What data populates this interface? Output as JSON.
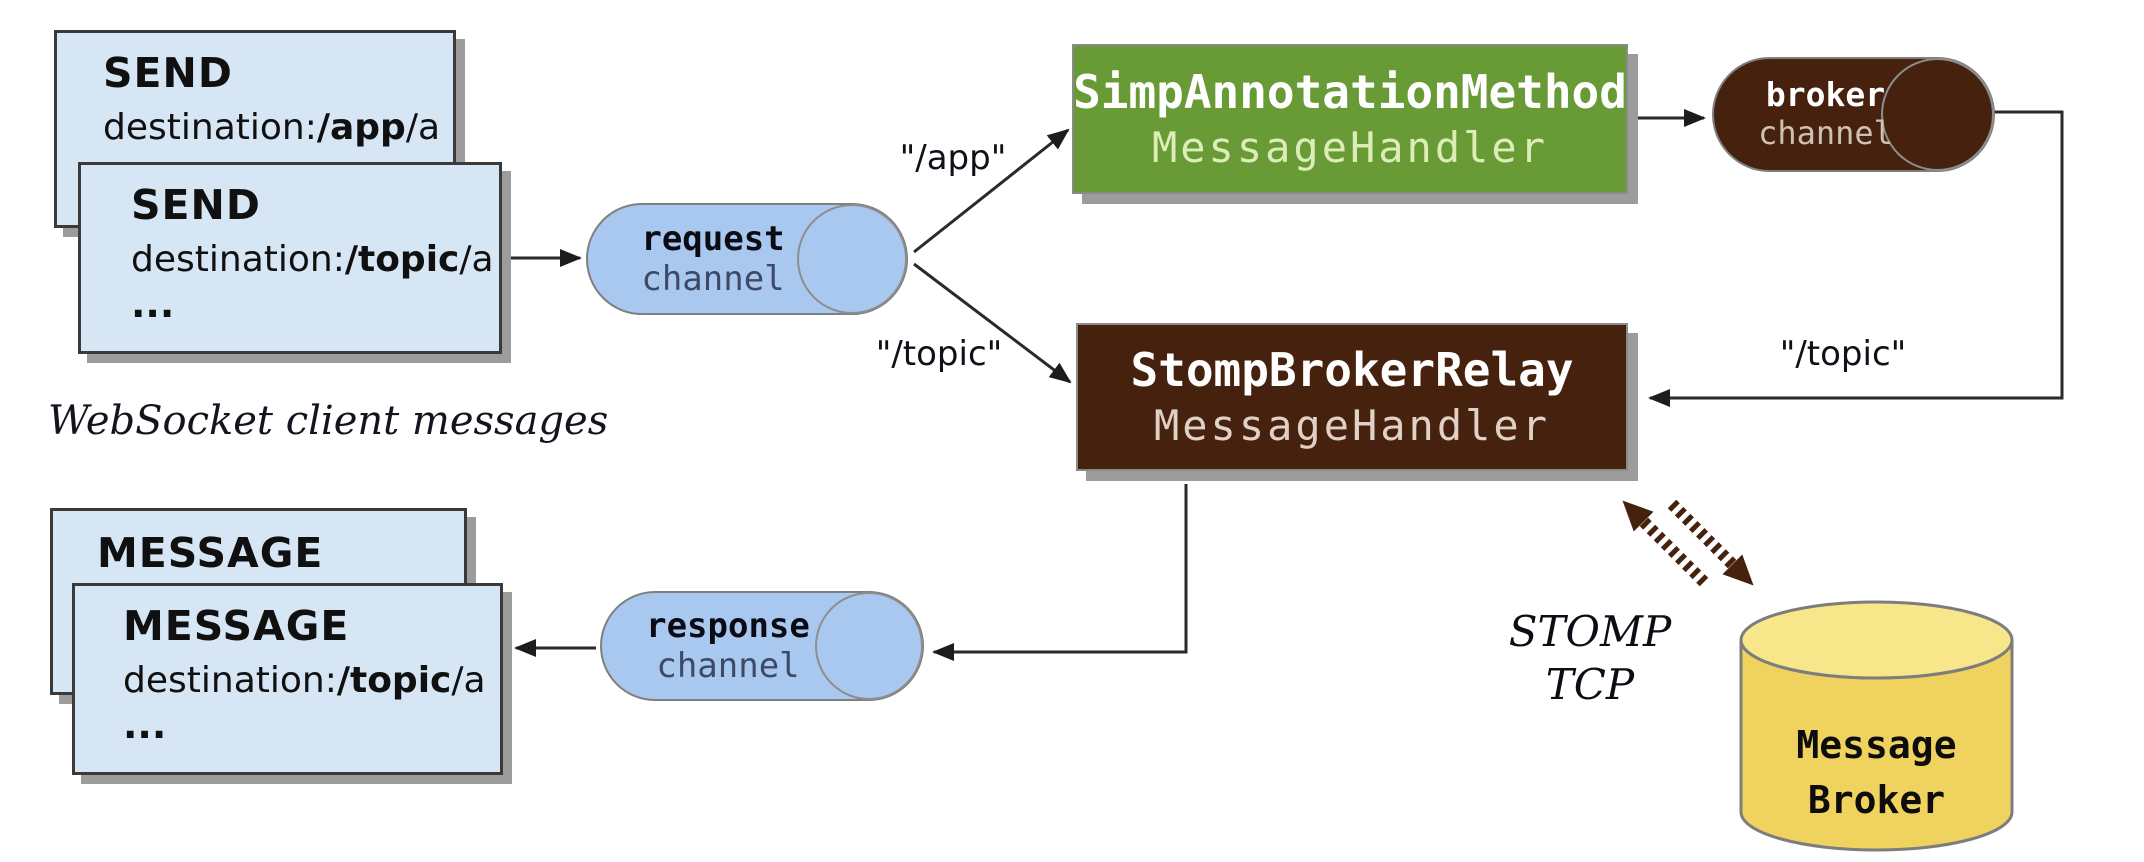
{
  "diagram": {
    "client_send": {
      "back": {
        "title": "SEND",
        "dest_prefix": "destination:",
        "dest_bold": "/app",
        "dest_suffix": "/a"
      },
      "front": {
        "title": "SEND",
        "dest_prefix": "destination:",
        "dest_bold": "/topic",
        "dest_suffix": "/a",
        "ellipsis": "..."
      }
    },
    "client_caption": "WebSocket client messages",
    "client_message": {
      "back": {
        "title": "MESSAGE"
      },
      "front": {
        "title": "MESSAGE",
        "dest_prefix": "destination:",
        "dest_bold": "/topic",
        "dest_suffix": "/a",
        "ellipsis": "..."
      }
    },
    "request_channel": {
      "line1": "request",
      "line2": "channel"
    },
    "response_channel": {
      "line1": "response",
      "line2": "channel"
    },
    "broker_channel": {
      "line1": "broker",
      "line2": "channel"
    },
    "simp_annotation_handler": {
      "line1": "SimpAnnotationMethod",
      "line2": "MessageHandler"
    },
    "stomp_broker_relay": {
      "line1": "StompBrokerRelay",
      "line2": "MessageHandler"
    },
    "routes": {
      "app_route": "\"/app\"",
      "topic_route_left": "\"/topic\"",
      "topic_route_right": "\"/topic\""
    },
    "stomp_tcp": {
      "line1": "STOMP",
      "line2": "TCP"
    },
    "message_broker": {
      "line1": "Message",
      "line2": "Broker"
    },
    "colors": {
      "client_box": "#d7e6f4",
      "channel_pill_blue": "#a9c8f0",
      "annotation_handler_green": "#689a35",
      "broker_dark_brown": "#46220e",
      "message_broker_body_yellow": "#f0d35e",
      "message_broker_top_yellow": "#f7e68a",
      "shadow_gray": "#9c9c9c",
      "connector_line": "#2a2a2a"
    }
  }
}
